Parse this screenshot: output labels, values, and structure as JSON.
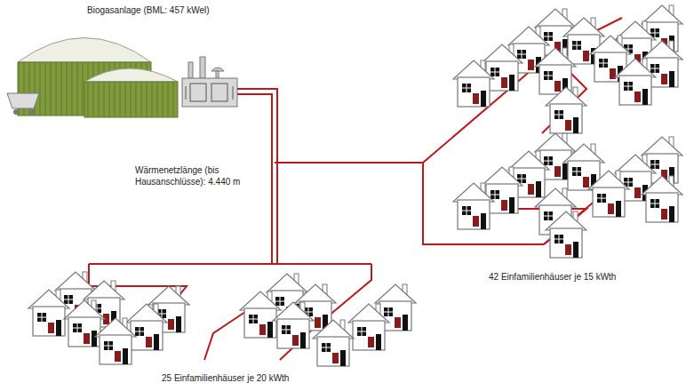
{
  "diagram": {
    "labels": [
      "Biogasanlage (BML: 457 kWel)",
      "Wärmenetzlänge (bis Hausanschlüsse): 4.440 m",
      "42 Einfamilienhäuser je 15 kWth",
      "25 Einfamilienhäuser je 20 kWth"
    ]
  }
}
